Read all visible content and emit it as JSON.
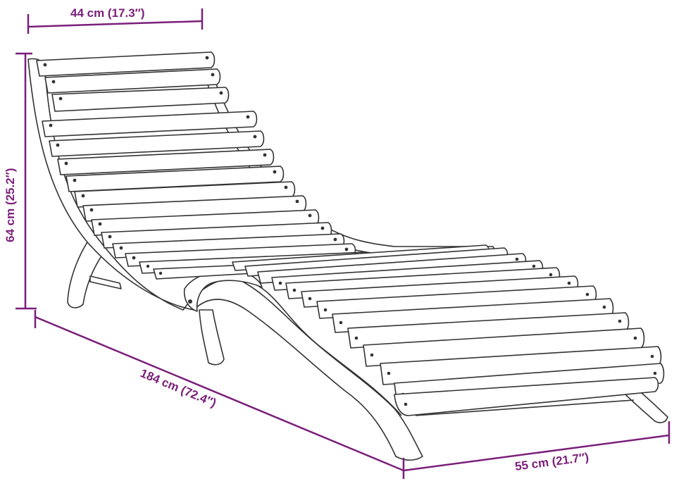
{
  "dimensions": {
    "width_top": "44 cm (17.3″)",
    "height_side": "64 cm (25.2″)",
    "length_diagonal": "184 cm (72.4″)",
    "width_bottom": "55 cm (21.7″)"
  },
  "colors": {
    "dimension": "#7a1f7a",
    "outline": "#333333",
    "background": "#ffffff"
  }
}
